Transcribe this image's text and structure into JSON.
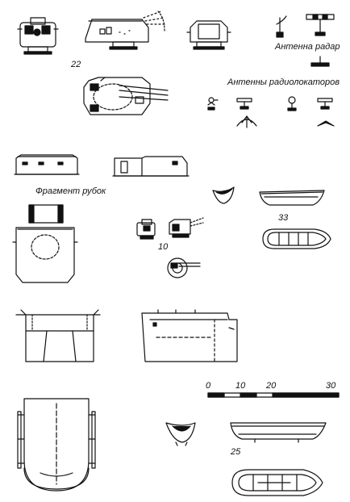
{
  "labels": {
    "radar_antenna": "Антенна радар",
    "radar_antennas": "Антенны радиолокаторов",
    "deckhouse_fragment": "Фрагмент рубок"
  },
  "part_numbers": {
    "turret": "22",
    "small_turret": "10",
    "boat_upper": "33",
    "boat_lower": "25"
  },
  "scale": {
    "ticks": [
      "0",
      "10",
      "20",
      "30"
    ]
  },
  "colors": {
    "ink": "#111111",
    "paper": "#ffffff"
  }
}
